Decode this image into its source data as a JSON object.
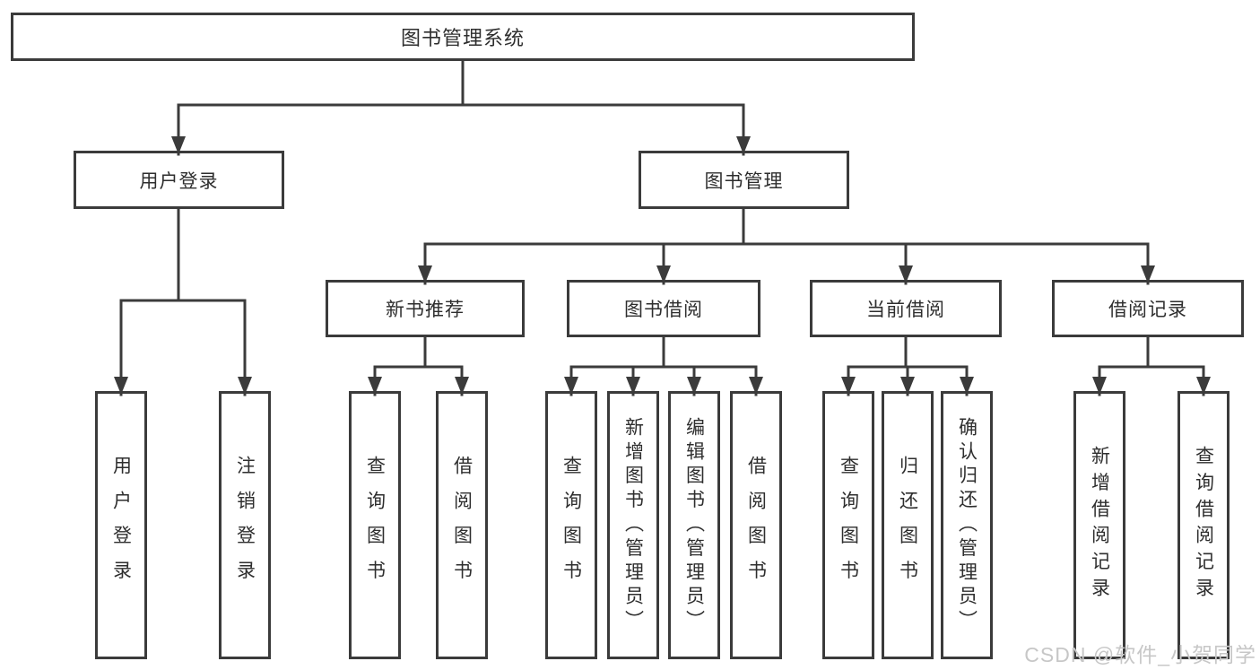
{
  "diagram_title": "图书管理系统",
  "tree": {
    "label": "图书管理系统",
    "children": [
      {
        "label": "用户登录",
        "children": [
          {
            "label": "用户登录"
          },
          {
            "label": "注销登录"
          }
        ]
      },
      {
        "label": "图书管理",
        "children": [
          {
            "label": "新书推荐",
            "children": [
              {
                "label": "查询图书"
              },
              {
                "label": "借阅图书"
              }
            ]
          },
          {
            "label": "图书借阅",
            "children": [
              {
                "label": "查询图书"
              },
              {
                "label": "新增图书（管理员）"
              },
              {
                "label": "编辑图书（管理员）"
              },
              {
                "label": "借阅图书"
              }
            ]
          },
          {
            "label": "当前借阅",
            "children": [
              {
                "label": "查询图书"
              },
              {
                "label": "归还图书"
              },
              {
                "label": "确认归还（管理员）"
              }
            ]
          },
          {
            "label": "借阅记录",
            "children": [
              {
                "label": "新增借阅记录"
              },
              {
                "label": "查询借阅记录"
              }
            ]
          }
        ]
      }
    ]
  },
  "watermark": "CSDN @软件_小贺同学",
  "colors": {
    "line": "#3b3b3b",
    "text": "#2e2e2e",
    "box_background": "#ffffff",
    "watermark": "#c7c7c7",
    "background": "#ffffff"
  }
}
